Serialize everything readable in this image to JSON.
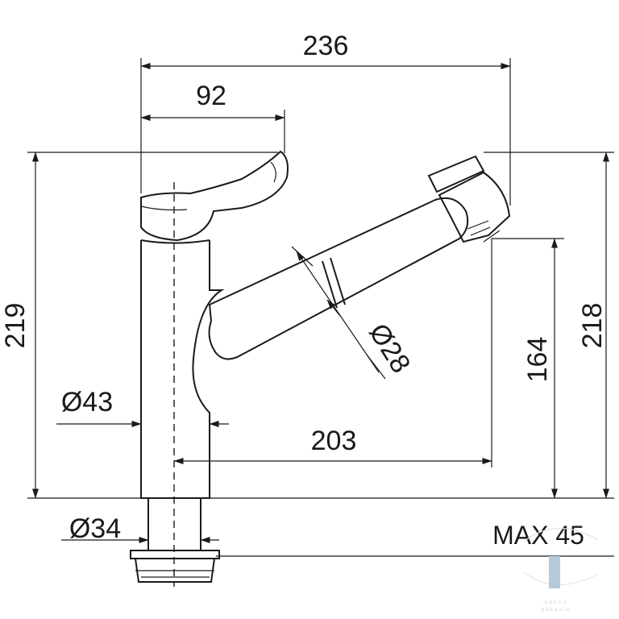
{
  "dimensions": {
    "overall_width": "236",
    "lever_width": "92",
    "total_height": "219",
    "spout_height": "218",
    "outlet_height": "164",
    "spout_reach": "203",
    "body_diameter": "Ø43",
    "spout_diameter": "Ø28",
    "shank_diameter": "Ø34",
    "max_worktop": "MAX 45"
  },
  "watermark": {
    "line1": "vannu",
    "line2": "pasaule"
  },
  "colors": {
    "line": "#1a1a1a",
    "watermark": "#c8d3dc",
    "watermark_bar": "#b6c9d8"
  }
}
